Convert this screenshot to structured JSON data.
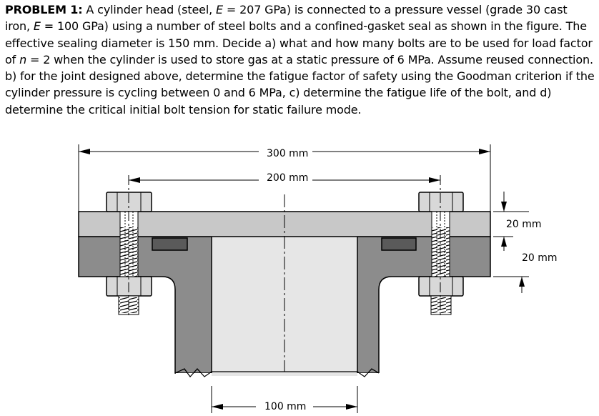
{
  "problem": {
    "label": "PROBLEM 1:",
    "text_1": " A cylinder head (steel, ",
    "var_E1": "E",
    "text_2": " = 207 GPa) is connected to a pressure vessel (grade 30 cast iron, ",
    "var_E2": "E",
    "text_3": " = 100 GPa) using a number of steel bolts and a confined-gasket seal as shown in the figure. The effective sealing diameter is 150 mm. Decide a) what and how many bolts are to be used for load factor of ",
    "var_n": "n",
    "text_4": " = 2 when the cylinder is used to store gas at a static pressure of 6 MPa. Assume reused connection. b) for the joint designed above, determine the fatigue factor of safety using the Goodman criterion if the cylinder pressure is cycling between 0 and 6 MPa, c) determine the fatigue life of the bolt, and d) determine the critical initial bolt tension for static failure mode."
  },
  "figure": {
    "dim_300": "300 mm",
    "dim_200": "200 mm",
    "dim_100": "100 mm",
    "dim_head_thickness": "20 mm",
    "dim_flange_thickness": "20 mm"
  },
  "colors": {
    "head": "#c8c8c8",
    "vessel": "#8c8c8c",
    "bore": "#e6e6e6",
    "gasket": "#5a5a5a",
    "bolt": "#d8d8d8"
  }
}
